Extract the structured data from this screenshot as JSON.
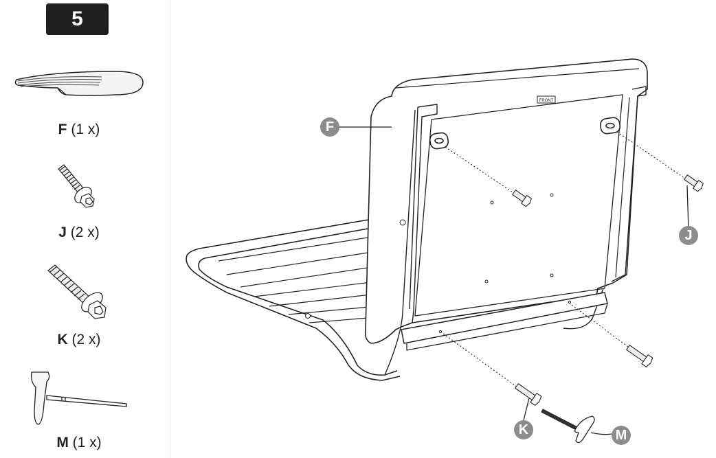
{
  "step": {
    "number": "5"
  },
  "parts": [
    {
      "letter": "F",
      "qty": "(1 x)",
      "icon": "seat-back-icon"
    },
    {
      "letter": "J",
      "qty": "(2 x)",
      "icon": "short-bolt-icon"
    },
    {
      "letter": "K",
      "qty": "(2 x)",
      "icon": "long-bolt-icon"
    },
    {
      "letter": "M",
      "qty": "(1 x)",
      "icon": "hex-key-icon"
    }
  ],
  "diagram": {
    "stamp": "FRONT",
    "callouts": {
      "f": "F",
      "j": "J",
      "k": "K",
      "m": "M"
    }
  },
  "colors": {
    "badge": "#1f1f1f",
    "callout": "#8c8c8c",
    "line": "#222222"
  }
}
